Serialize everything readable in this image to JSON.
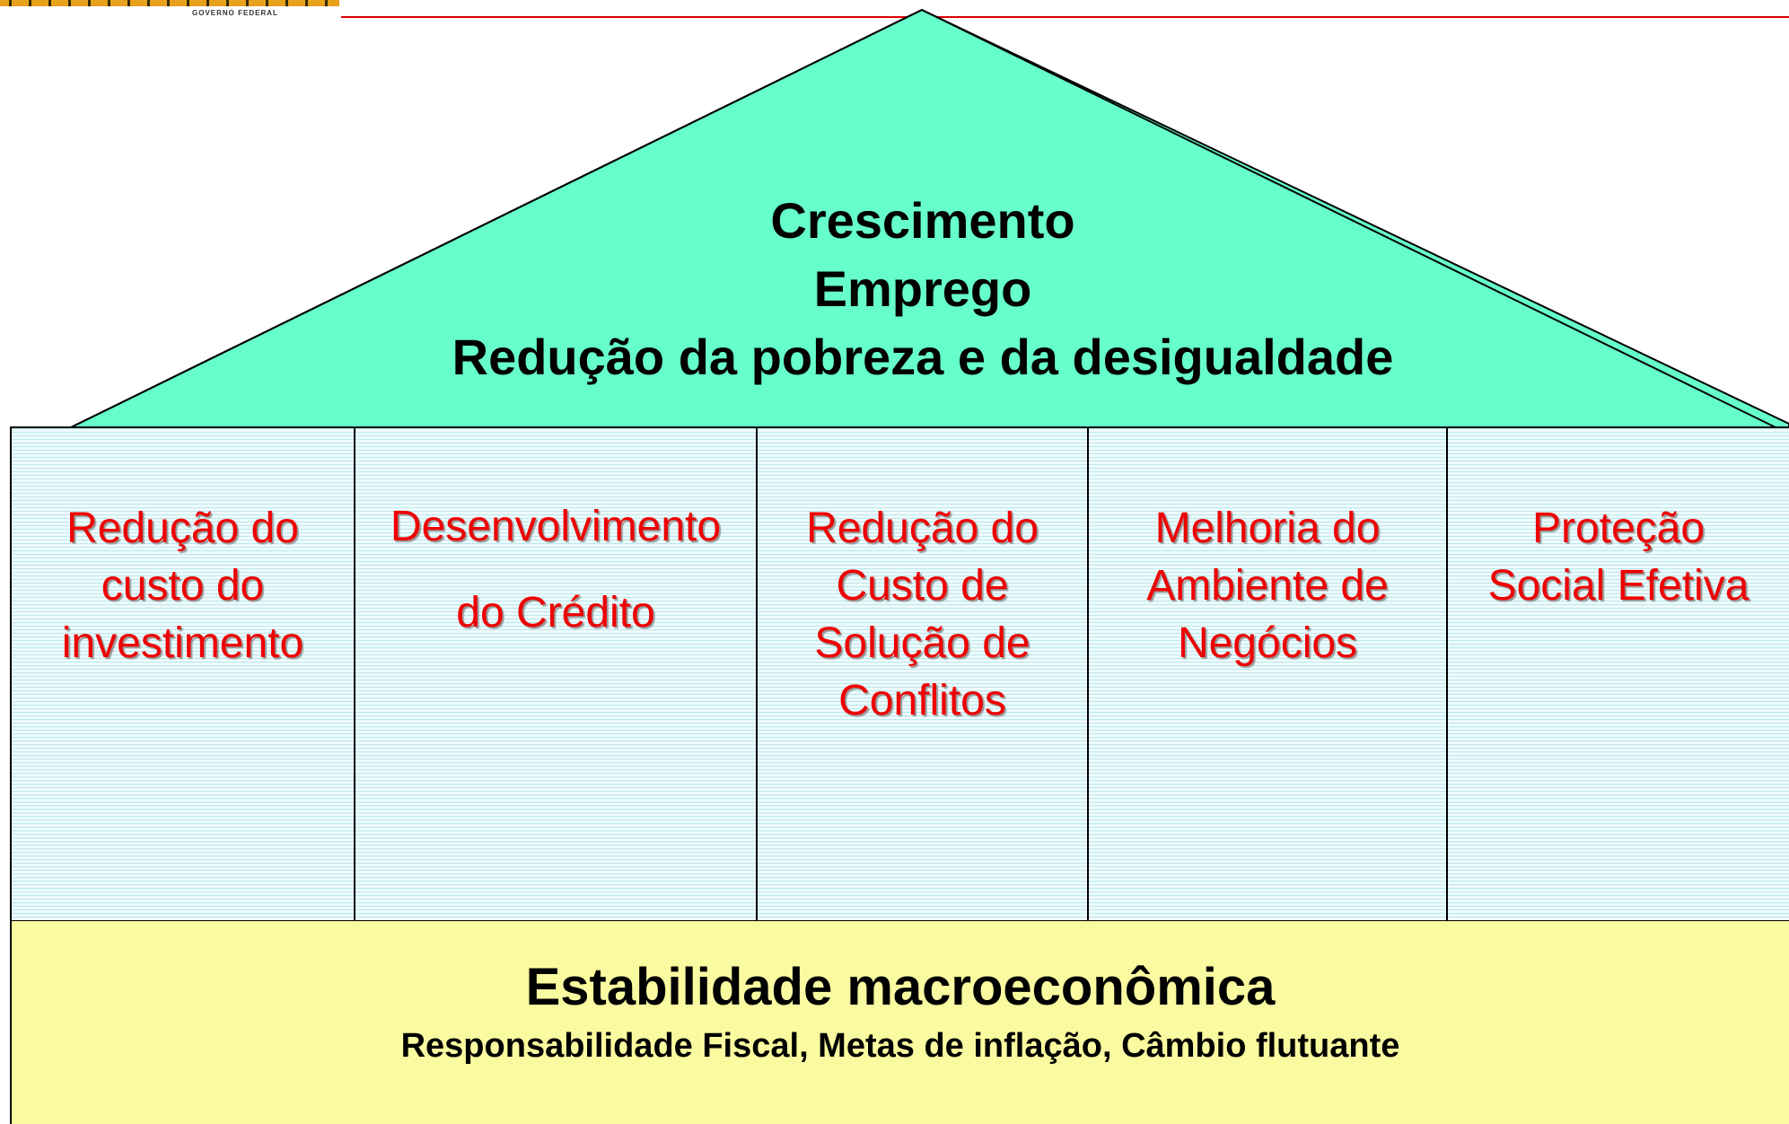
{
  "logo": {
    "subtitle": "GOVERNO FEDERAL",
    "colors": {
      "bar": "#e8a11c",
      "rule": "#dd0000"
    }
  },
  "roof": {
    "lines": [
      "Crescimento",
      "Emprego",
      "Redução da pobreza e da desigualdade"
    ],
    "color": "#66ffcc"
  },
  "pillars": [
    {
      "label": "Redução do\ncusto do\ninvestimento"
    },
    {
      "label": "Desenvolvimento\ndo Crédito"
    },
    {
      "label": "Redução do\nCusto de\nSolução de\nConflitos"
    },
    {
      "label": "Melhoria do\nAmbiente de\nNegócios"
    },
    {
      "label": "Proteção\nSocial Efetiva"
    }
  ],
  "base": {
    "title": "Estabilidade macroeconômica",
    "subtitle": "Responsabilidade Fiscal, Metas de inflação, Câmbio flutuante",
    "color": "#fafaa0"
  },
  "colors": {
    "pillar_text": "#ee0000",
    "pillar_fill": "#e9f8f7",
    "outline": "#000000"
  }
}
